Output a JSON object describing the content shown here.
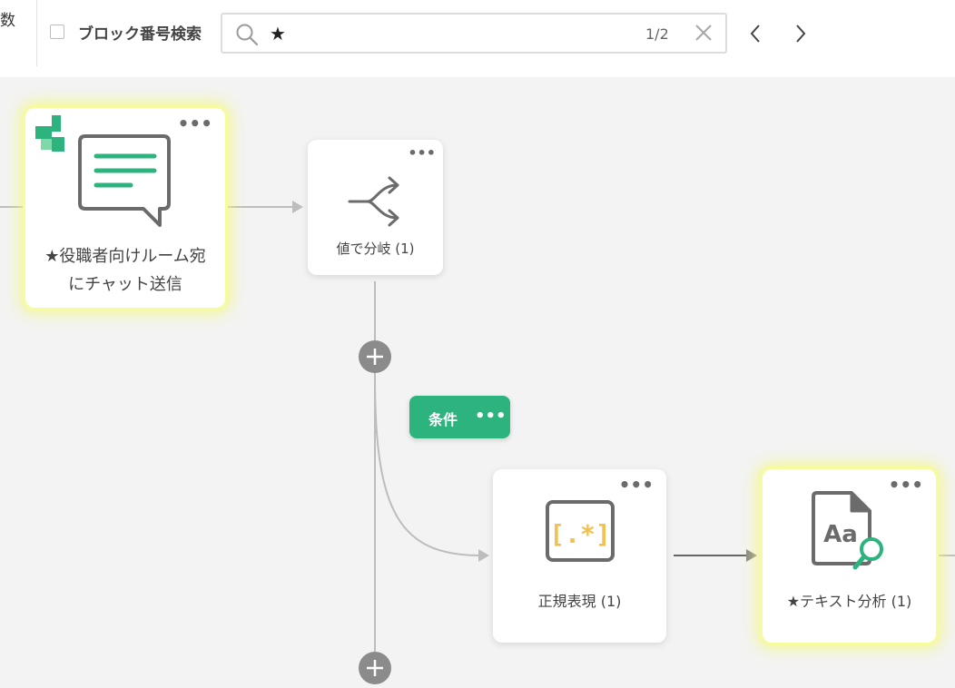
{
  "toolbar": {
    "cut_label": "数",
    "block_search_label": "ブロック番号検索",
    "search_value": "★",
    "result_count": "1/2"
  },
  "nodes": {
    "chat": {
      "label_line1": "★役職者向けルーム宛",
      "label_line2": "にチャット送信",
      "menu": "•••"
    },
    "branch": {
      "label": "値で分岐 (1)",
      "menu": "•••"
    },
    "regex": {
      "label": "正規表現 (1)",
      "menu": "•••",
      "icon_text": "[.*]"
    },
    "text_analysis": {
      "label": "★テキスト分析 (1)",
      "menu": "•••",
      "icon_text": "Aa"
    }
  },
  "condition_badge": {
    "label": "条件",
    "menu": "•••"
  },
  "colors": {
    "accent_green": "#2db37d",
    "highlight_yellow": "#f6fb9e",
    "regex_yellow": "#f2c14e",
    "icon_gray": "#6b6b6b",
    "connector_gray": "#bdbdbd"
  },
  "icons": {
    "search": "search-icon",
    "clear": "close-icon",
    "prev": "chevron-left-icon",
    "next": "chevron-right-icon",
    "chat": "chat-bubble-icon",
    "branch": "branch-icon",
    "regex": "regex-icon",
    "text_analysis": "text-analysis-icon",
    "add": "plus-icon",
    "app_logo": "chatwork-logo-icon"
  }
}
